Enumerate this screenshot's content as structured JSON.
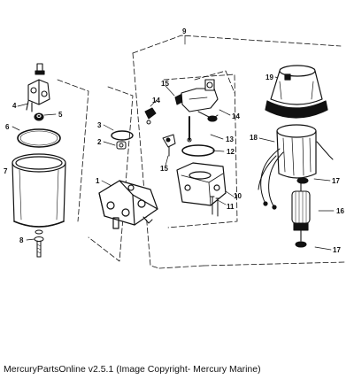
{
  "callouts": [
    "1",
    "2",
    "3",
    "4",
    "5",
    "6",
    "7",
    "8",
    "9",
    "10",
    "11",
    "12",
    "13",
    "14",
    "14",
    "15",
    "15",
    "16",
    "17",
    "17",
    "18",
    "19"
  ],
  "caption": "MercuryPartsOnline v2.5.1 (Image Copyright- Mercury Marine)"
}
